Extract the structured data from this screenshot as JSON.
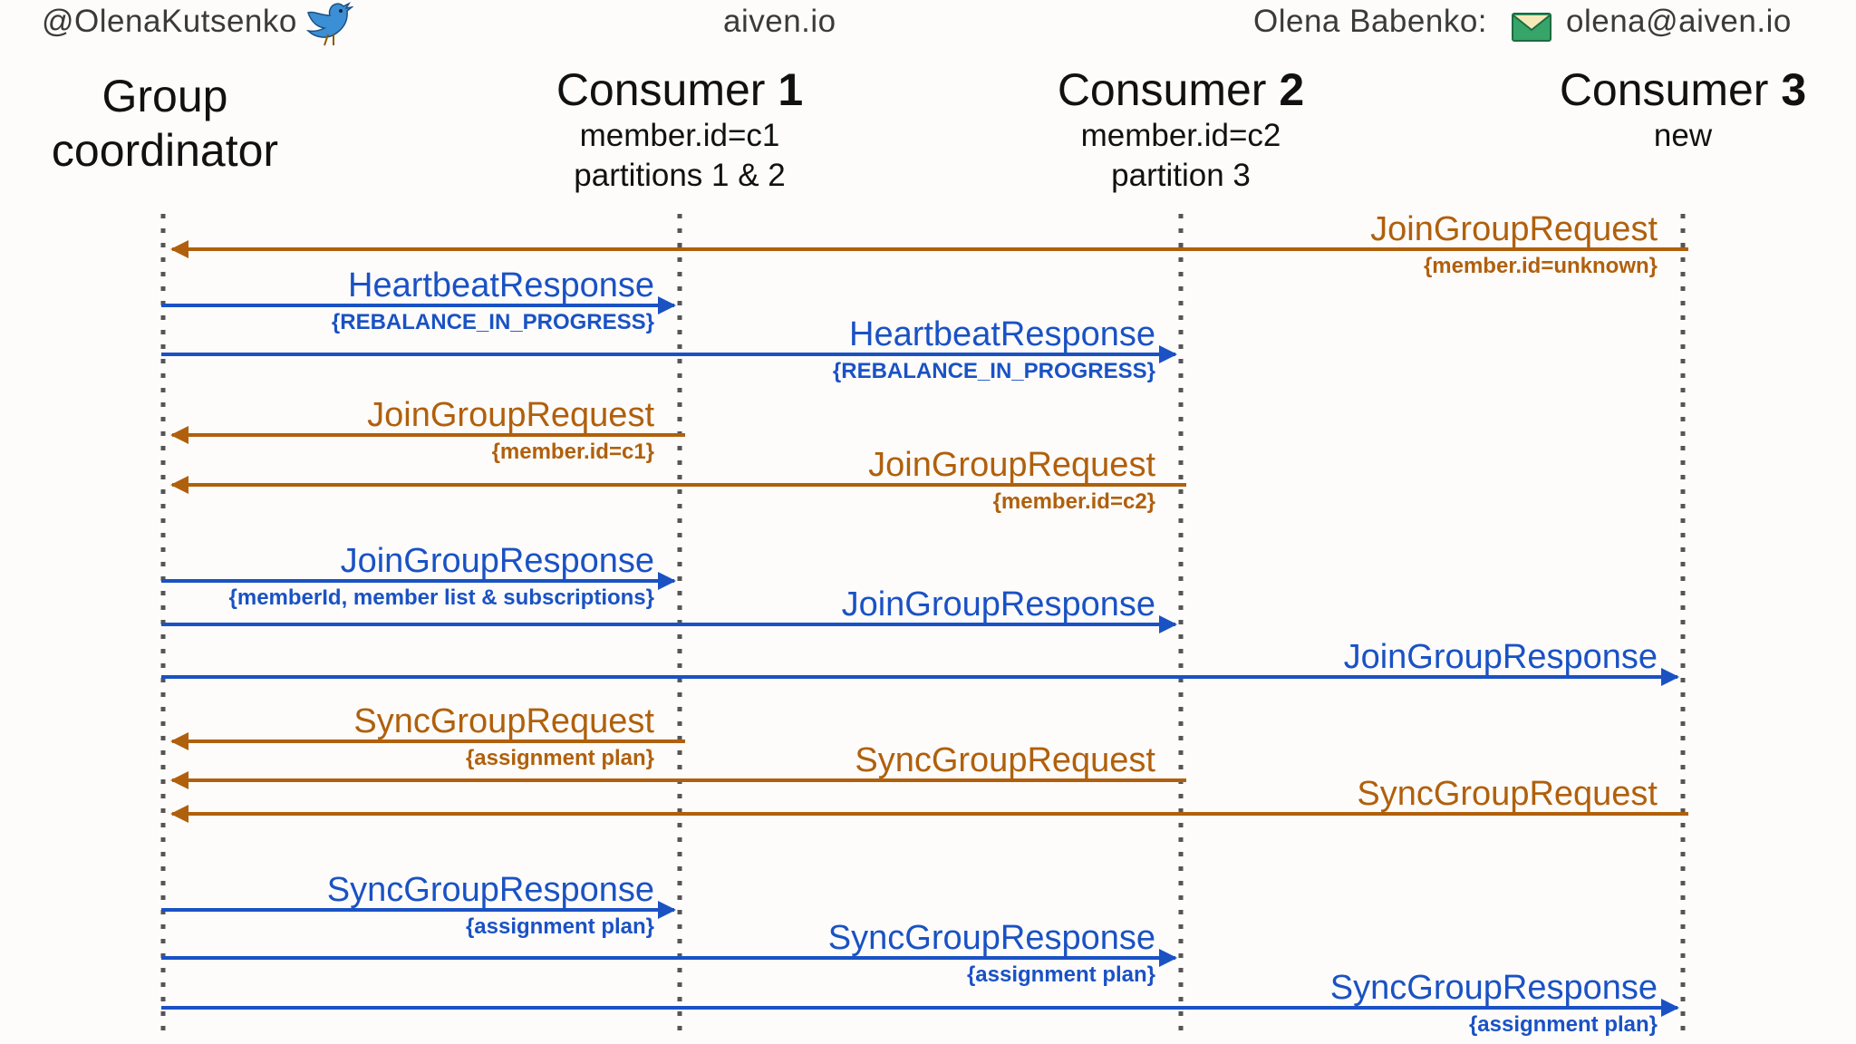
{
  "header": {
    "twitter": "@OlenaKutsenko",
    "site": "aiven.io",
    "author": "Olena Babenko:",
    "email": "olena@aiven.io"
  },
  "icons": [
    "twitter-bird-icon",
    "envelope-icon"
  ],
  "columns": [
    {
      "name_line1": "Group",
      "name_line2": "coordinator"
    },
    {
      "name": "Consumer",
      "number": "1",
      "sub1": "member.id=c1",
      "sub2": "partitions 1 & 2"
    },
    {
      "name": "Consumer",
      "number": "2",
      "sub1": "member.id=c2",
      "sub2": "partition 3"
    },
    {
      "name": "Consumer",
      "number": "3",
      "sub1": "new"
    }
  ],
  "colors": {
    "request": "#b0600c",
    "response": "#1a52c4",
    "lifeline": "#555555"
  },
  "messages": [
    {
      "kind": "request",
      "from": 3,
      "to": 0,
      "label": "JoinGroupRequest",
      "detail": "{member.id=unknown}"
    },
    {
      "kind": "response",
      "from": 0,
      "to": 1,
      "label": "HeartbeatResponse",
      "detail": "{REBALANCE_IN_PROGRESS}"
    },
    {
      "kind": "response",
      "from": 0,
      "to": 2,
      "label": "HeartbeatResponse",
      "detail": "{REBALANCE_IN_PROGRESS}"
    },
    {
      "kind": "request",
      "from": 1,
      "to": 0,
      "label": "JoinGroupRequest",
      "detail": "{member.id=c1}"
    },
    {
      "kind": "request",
      "from": 2,
      "to": 0,
      "label": "JoinGroupRequest",
      "detail": "{member.id=c2}"
    },
    {
      "kind": "response",
      "from": 0,
      "to": 1,
      "label": "JoinGroupResponse",
      "detail": "{memberId, member list & subscriptions}"
    },
    {
      "kind": "response",
      "from": 0,
      "to": 2,
      "label": "JoinGroupResponse",
      "detail": ""
    },
    {
      "kind": "response",
      "from": 0,
      "to": 3,
      "label": "JoinGroupResponse",
      "detail": ""
    },
    {
      "kind": "request",
      "from": 1,
      "to": 0,
      "label": "SyncGroupRequest",
      "detail": "{assignment plan}"
    },
    {
      "kind": "request",
      "from": 2,
      "to": 0,
      "label": "SyncGroupRequest",
      "detail": ""
    },
    {
      "kind": "request",
      "from": 3,
      "to": 0,
      "label": "SyncGroupRequest",
      "detail": ""
    },
    {
      "kind": "response",
      "from": 0,
      "to": 1,
      "label": "SyncGroupResponse",
      "detail": "{assignment plan}"
    },
    {
      "kind": "response",
      "from": 0,
      "to": 2,
      "label": "SyncGroupResponse",
      "detail": "{assignment plan}"
    },
    {
      "kind": "response",
      "from": 0,
      "to": 3,
      "label": "SyncGroupResponse",
      "detail": "{assignment plan}"
    }
  ]
}
